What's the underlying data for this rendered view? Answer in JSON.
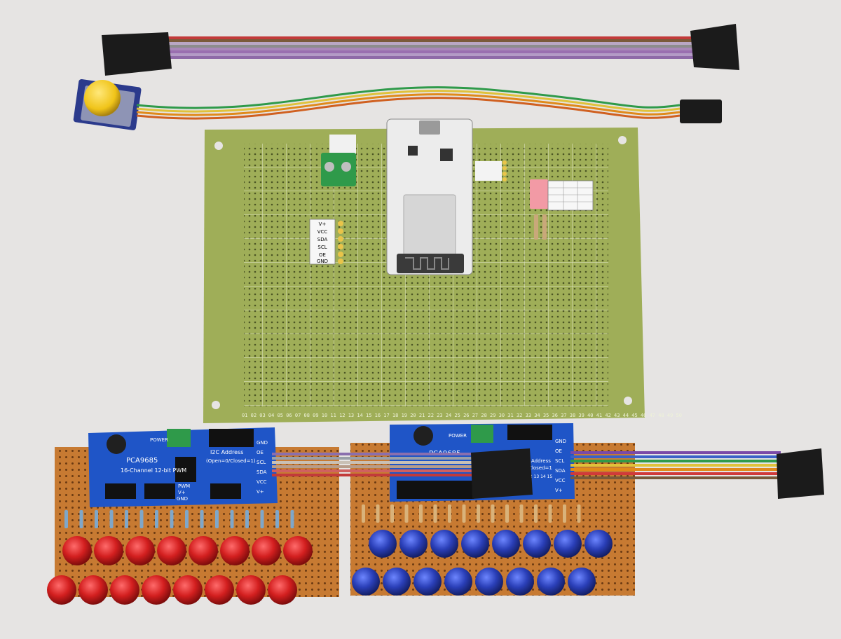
{
  "colors": {
    "background": "#e6e4e3",
    "perfboard_green": "#9fae58",
    "perfboard_orange": "#c77a32",
    "pca_blue": "#1f55c7",
    "esp_white": "#ececec",
    "led_red": "#d31f1f",
    "led_blue": "#2a3fb8",
    "button_yellow": "#f0c419",
    "terminal_green": "#2f9a4a"
  },
  "icons": {
    "perfboard": "perfboard-icon",
    "esp32": "esp32-module-icon",
    "pca9685": "pca9685-board-icon",
    "ribbon_cable": "ribbon-cable-icon",
    "button": "push-button-icon",
    "led": "led-icon"
  },
  "header_labels": [
    "V+",
    "VCC",
    "SDA",
    "SCL",
    "OE",
    "GND"
  ],
  "perfboard_column_numbers": [
    "01",
    "02",
    "03",
    "04",
    "05",
    "06",
    "07",
    "08",
    "09",
    "10",
    "11",
    "12",
    "13",
    "14",
    "15",
    "16",
    "17",
    "18",
    "19",
    "20",
    "21",
    "22",
    "23",
    "24",
    "25",
    "26",
    "27",
    "28",
    "29",
    "30",
    "31",
    "32",
    "33",
    "34",
    "35",
    "36",
    "37",
    "38",
    "39",
    "40",
    "41",
    "42",
    "43",
    "44",
    "45",
    "46",
    "47",
    "48",
    "49",
    "50"
  ],
  "pca_left": {
    "chip_label": "PCA9685",
    "subtitle": "16-Channel 12-bit PWM",
    "power_label": "POWER",
    "i2c_label": "I2C Address",
    "i2c_sub": "(Open=0/Closed=1)",
    "pin_labels": [
      "GND",
      "OE",
      "SCL",
      "SDA",
      "VCC",
      "V+"
    ],
    "pwm_label": "PWM",
    "vplus": "V+",
    "gnd": "GND"
  },
  "pca_right": {
    "chip_label": "PCA9685",
    "power_label": "POWER",
    "i2c_label": "Address",
    "i2c_sub": "Closed=1",
    "pin_labels": [
      "GND",
      "OE",
      "SCL",
      "SDA",
      "VCC",
      "V+"
    ],
    "col_labels": "12 13 14 15"
  },
  "leds": {
    "red_count": 16,
    "blue_count": 16
  }
}
